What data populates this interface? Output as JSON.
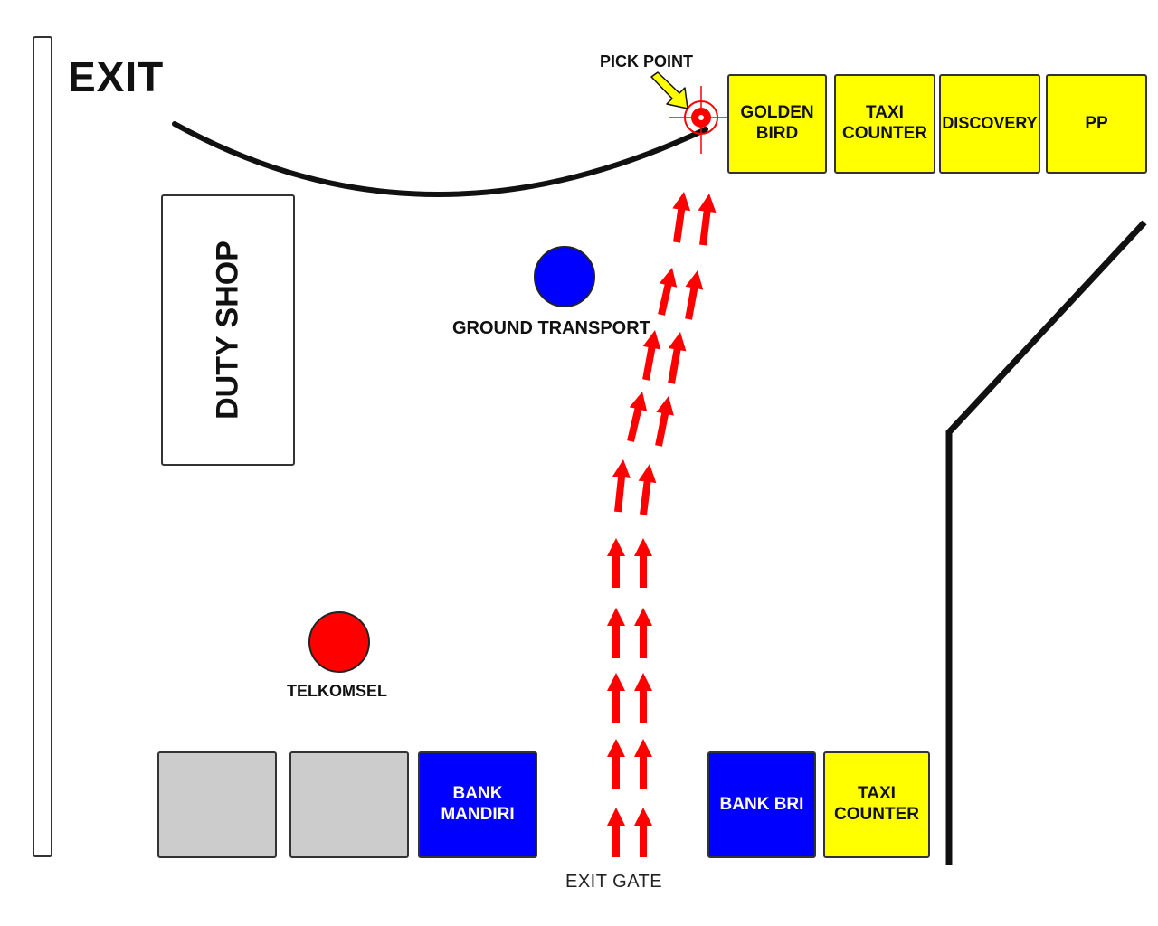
{
  "labels": {
    "exit": "EXIT",
    "pick_point": "PICK POINT",
    "duty_shop": "DUTY SHOP",
    "ground_transport": "GROUND TRANSPORT",
    "telkomsel": "TELKOMSEL",
    "exit_gate": "EXIT GATE"
  },
  "top_counters": [
    {
      "name": "golden-bird",
      "label": "GOLDEN\nBIRD"
    },
    {
      "name": "taxi-counter-top",
      "label": "TAXI\nCOUNTER"
    },
    {
      "name": "discovery",
      "label": "DISCOVERY"
    },
    {
      "name": "pp",
      "label": "PP"
    }
  ],
  "bottom_counters": [
    {
      "name": "bank-mandiri",
      "label": "BANK\nMANDIRI"
    },
    {
      "name": "bank-bri",
      "label": "BANK BRI"
    },
    {
      "name": "taxi-counter-bottom",
      "label": "TAXI\nCOUNTER"
    }
  ],
  "colors": {
    "counter_yellow": "#ffff00",
    "bank_blue": "#0000ff",
    "ground_transport_marker": "#0000ff",
    "telkomsel_marker": "#ff0000",
    "arrow_red": "#ff0000",
    "pick_target": "#ff0000",
    "pointer_yellow": "#ffff00",
    "unlabeled_booth": "#cccccc"
  },
  "icons": {
    "pick_point_marker": "crosshair-target-icon",
    "pointer": "arrow-pointer-icon",
    "path_arrow": "arrow-up-icon"
  }
}
